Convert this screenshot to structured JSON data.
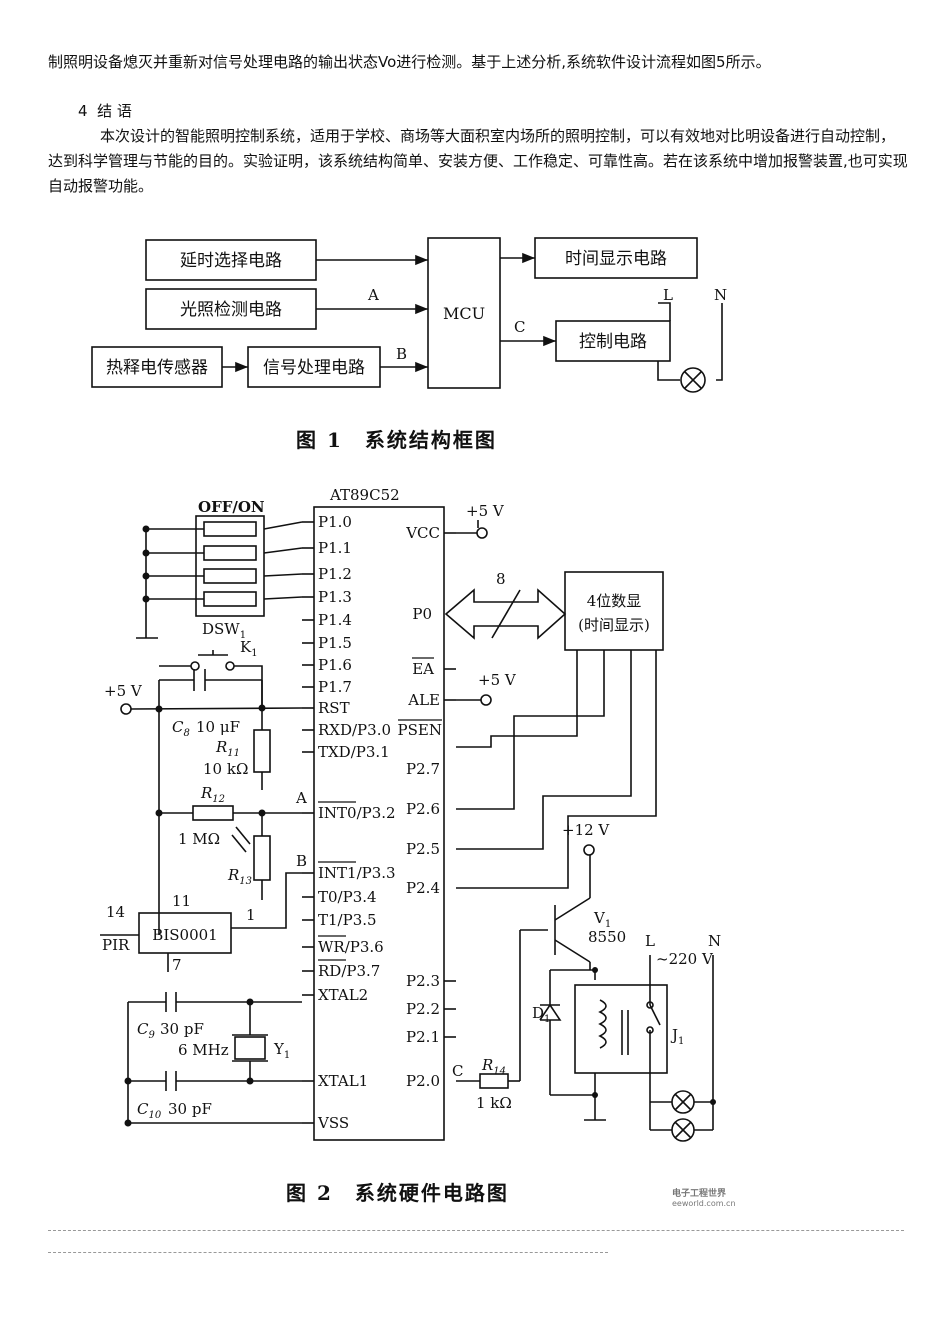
{
  "intro_text": "制照明设备熄灭并重新对信号处理电路的输出状态Vo进行检测。基于上述分析,系统软件设计流程如图5所示。",
  "section": {
    "number": "4",
    "title": "结 语"
  },
  "conclusion_text": "本次设计的智能照明控制系统，适用于学校、商场等大面积室内场所的照明控制，可以有效地对比明设备进行自动控制，达到科学管理与节能的目的。实验证明，该系统结构简单、安装方便、工作稳定、可靠性高。若在该系统中增加报警装置,也可实现自动报警功能。",
  "figure1": {
    "caption": "图 1　系统结构框图",
    "blocks": {
      "delay": "延时选择电路",
      "light": "光照检测电路",
      "pir": "热释电传感器",
      "signal": "信号处理电路",
      "mcu": "MCU",
      "time_display": "时间显示电路",
      "control": "控制电路"
    },
    "signals": {
      "a": "A",
      "b": "B",
      "c": "C",
      "l": "L",
      "n": "N"
    }
  },
  "figure2": {
    "caption": "图 2　系统硬件电路图",
    "chip": "AT89C52",
    "left_pins": [
      "P1.0",
      "P1.1",
      "P1.2",
      "P1.3",
      "P1.4",
      "P1.5",
      "P1.6",
      "P1.7",
      "RST",
      "RXD/P3.0",
      "TXD/P3.1",
      "INT0/P3.2",
      "INT1/P3.3",
      "T0/P3.4",
      "T1/P3.5",
      "WR/P3.6",
      "RD/P3.7",
      "XTAL2",
      "XTAL1",
      "VSS"
    ],
    "right_pins": [
      "VCC",
      "P0",
      "EA",
      "ALE",
      "PSEN",
      "P2.7",
      "P2.6",
      "P2.5",
      "P2.4",
      "P2.3",
      "P2.2",
      "P2.1",
      "P2.0"
    ],
    "labels": {
      "off_on": "OFF/ON",
      "dsw": "DSW",
      "dsw_sub": "1",
      "vcc_plus5": "+5 V",
      "ea_plus5": "+5 V",
      "left_plus5": "+5 V",
      "bus_width": "8",
      "display_line1": "4位数显",
      "display_line2": "(时间显示)",
      "k1": "K",
      "k1_sub": "1",
      "c8": "C",
      "c8_sub": "8",
      "c8_val": "10 μF",
      "r11": "R",
      "r11_sub": "11",
      "r11_val": "10 kΩ",
      "r12": "R",
      "r12_sub": "12",
      "r12_val": "1 MΩ",
      "r13": "R",
      "r13_sub": "13",
      "sig_a": "A",
      "sig_b": "B",
      "pin14": "14",
      "pir": "PIR",
      "bis": "BIS0001",
      "pin11": "11",
      "pin1": "1",
      "pin7": "7",
      "c9": "C",
      "c9_sub": "9",
      "c9_val": "30 pF",
      "c10": "C",
      "c10_sub": "10",
      "c10_val": "30 pF",
      "xtal_freq": "6 MHz",
      "y1": "Y",
      "y1_sub": "1",
      "plus12": "+12 V",
      "v1": "V",
      "v1_sub": "1",
      "v1_model": "8550",
      "ac_l": "L",
      "ac_n": "N",
      "ac_voltage": "~220 V",
      "d1": "D",
      "d1_sub": "1",
      "j1": "J",
      "j1_sub": "1",
      "sig_c": "C",
      "r14": "R",
      "r14_sub": "14",
      "r14_val": "1 kΩ"
    }
  },
  "watermark": {
    "line1": "电子工程世界",
    "line2": "eeworld.com.cn"
  }
}
